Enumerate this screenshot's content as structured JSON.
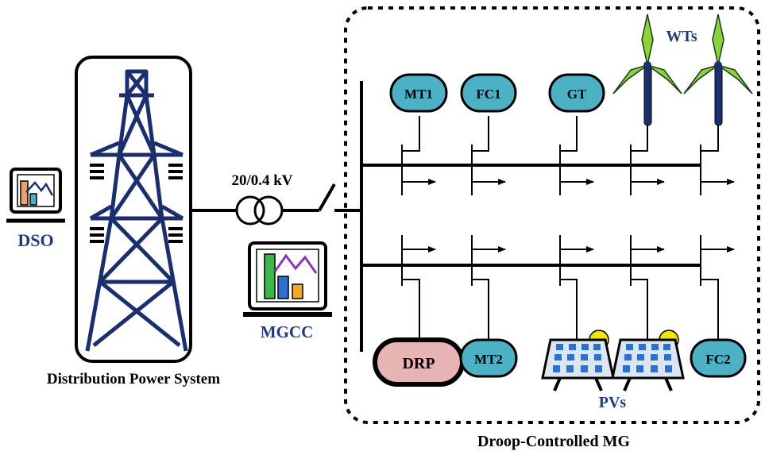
{
  "labels": {
    "dso": "DSO",
    "distribution": "Distribution Power System",
    "transformer": "20/0.4 kV",
    "mgcc": "MGCC",
    "mg": "Droop-Controlled MG",
    "wts": "WTs",
    "pvs": "PVs"
  },
  "units": {
    "mt1": "MT1",
    "fc1": "FC1",
    "gt": "GT",
    "drp": "DRP",
    "mt2": "MT2",
    "fc2": "FC2"
  },
  "colors": {
    "navy": "#1b2f6e",
    "unit_fill": "#4cb1c4",
    "drp_fill": "#e8b4b4",
    "label_blue": "#1f3c7a",
    "turbine_green": "#8cd23c",
    "pv_cell": "#2f6fd0",
    "sun": "#f5e600"
  },
  "icons": {
    "dso_monitor": "monitor-chart-icon",
    "mgcc_monitor": "monitor-chart-icon",
    "tower": "transmission-tower-icon",
    "transformer": "transformer-icon",
    "switch": "breaker-switch-icon",
    "wind_turbine": "wind-turbine-icon",
    "pv_panel": "solar-panel-icon"
  }
}
